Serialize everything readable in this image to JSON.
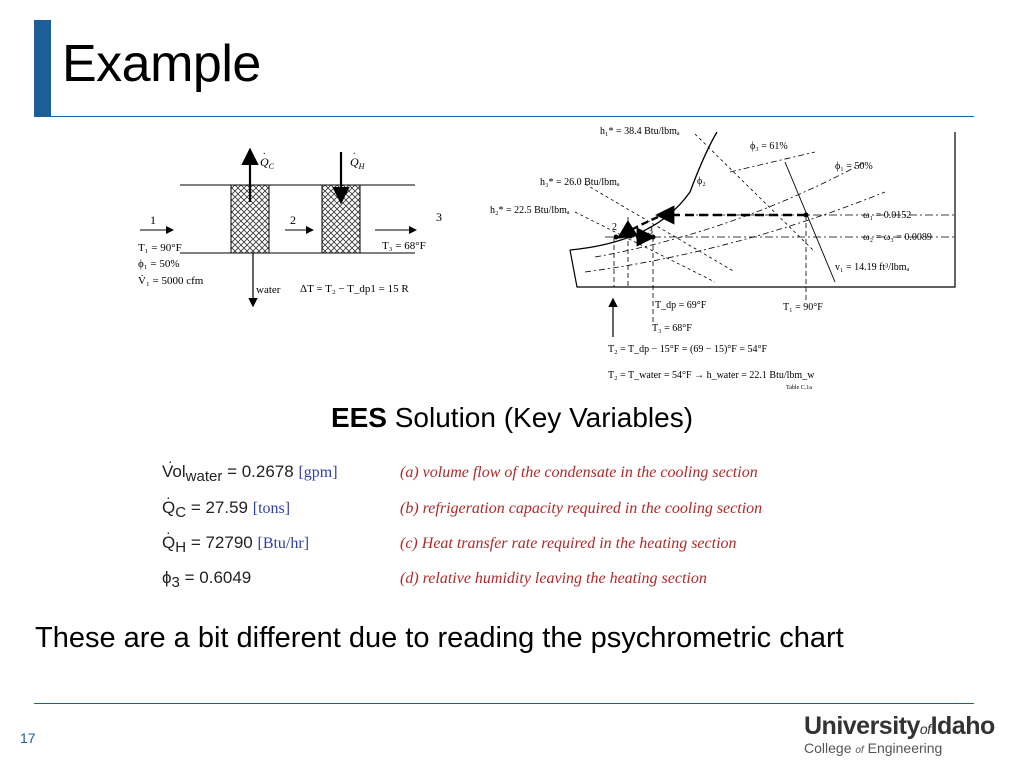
{
  "slide": {
    "title": "Example",
    "page_number": "17"
  },
  "schematic": {
    "q_c": "Q",
    "q_c_sub": "C",
    "q_h": "Q",
    "q_h_sub": "H",
    "state1": "1",
    "state2": "2",
    "state3": "3",
    "t1": "T₁ = 90°F",
    "phi1": "ϕ₁ = 50%",
    "v1": "V̇₁ = 5000 cfm",
    "water": "water",
    "t3": "T₃ = 68°F",
    "delta_t": "ΔT = T₂ − T_dp1 = 15 R"
  },
  "psychrometric": {
    "h1": "h₁* = 38.4 Btu/lbmₐ",
    "h3": "h₃* = 26.0 Btu/lbmₐ",
    "h2": "h₂* = 22.5 Btu/lbmₐ",
    "phi3": "ϕ₃ = 61%",
    "phi2": "ϕ₂",
    "phi1": "ϕ₁ = 50%",
    "w1": "ω₁ = 0.0152",
    "w23": "ω₂ = ω₃ = 0.0089",
    "v1": "v₁ = 14.19 ft³/lbmₐ",
    "tdp": "T_dp = 69°F",
    "t1": "T₁ = 90°F",
    "t3": "T₃ = 68°F",
    "eq1": "T₂ = T_dp − 15°F = (69 − 15)°F = 54°F",
    "eq2": "T₂ = T_water = 54°F  →  h_water = 22.1 Btu/lbm_w",
    "table_ref": "Table C.1a",
    "point2": "2",
    "point3": "3"
  },
  "ees": {
    "heading_bold": "EES",
    "heading_rest": "Solution (Key Variables)",
    "rows": [
      {
        "var": "Vol",
        "sub": "water",
        "value": "= 0.2678",
        "unit": "[gpm]",
        "desc": "(a) volume flow of the condensate in the cooling section"
      },
      {
        "var": "Q",
        "sub": "C",
        "value": "= 27.59",
        "unit": "[tons]",
        "desc": "(b) refrigeration capacity required in the cooling section"
      },
      {
        "var": "Q",
        "sub": "H",
        "value": "= 72790",
        "unit": "[Btu/hr]",
        "desc": "(c) Heat transfer rate required in the heating section"
      },
      {
        "var": "ϕ",
        "sub": "3",
        "value": "= 0.6049",
        "unit": "",
        "desc": "(d) relative humidity leaving the heating section"
      }
    ]
  },
  "note": "These are a bit different due to reading the psychrometric chart",
  "logo": {
    "main_a": "University",
    "main_of": "of",
    "main_b": "Idaho",
    "sub_a": "College",
    "sub_of": "of",
    "sub_b": "Engineering"
  },
  "colors": {
    "accent": "#1b5f96",
    "ees_unit": "#2f3fa8",
    "ees_desc": "#b02a2a"
  }
}
